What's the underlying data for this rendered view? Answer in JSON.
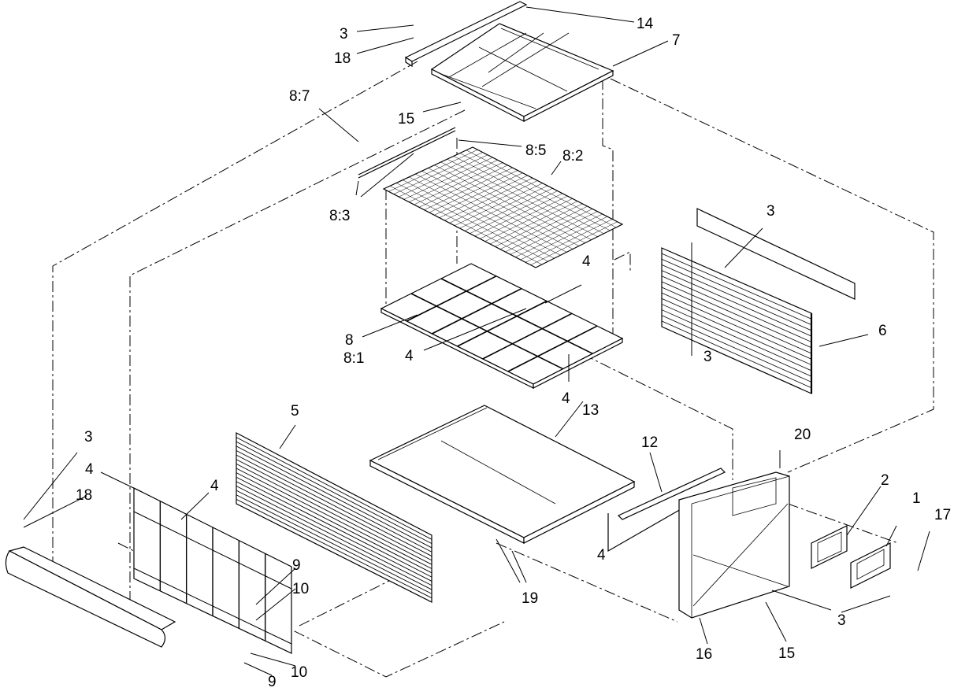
{
  "callouts": {
    "c1": "3",
    "c2": "18",
    "c3": "14",
    "c4": "7",
    "c5": "15",
    "c6": "8:7",
    "c7": "8:5",
    "c8": "8:2",
    "c9": "8:3",
    "c10": "3",
    "c11": "4",
    "c12": "8",
    "c13": "8:1",
    "c14": "4",
    "c15": "6",
    "c16": "3",
    "c17": "4",
    "c18": "5",
    "c19": "13",
    "c20": "3",
    "c21": "4",
    "c22": "18",
    "c23": "4",
    "c24": "12",
    "c25": "20",
    "c26": "2",
    "c27": "1",
    "c28": "17",
    "c29": "4",
    "c30": "9",
    "c31": "10",
    "c32": "19",
    "c33": "3",
    "c34": "16",
    "c35": "15",
    "c36": "10",
    "c37": "9"
  }
}
